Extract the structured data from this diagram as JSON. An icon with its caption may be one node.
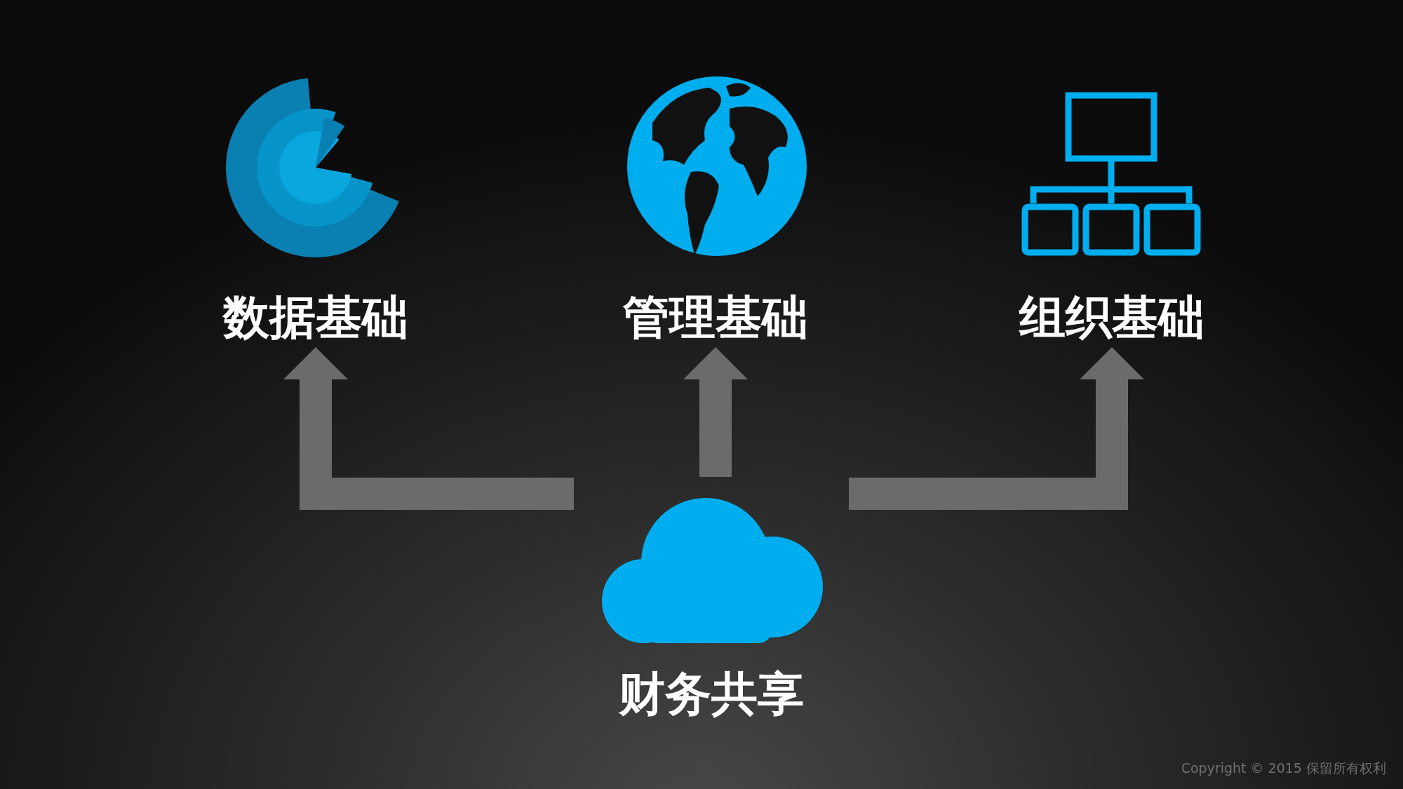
{
  "diagram": {
    "nodes": [
      {
        "text": [
          "数据基础"
        ]
      },
      {
        "text": [
          "管理基础"
        ]
      },
      {
        "text": [
          "组织基础"
        ]
      },
      {
        "text": [
          "财务共享"
        ]
      }
    ],
    "edges": [
      {
        "from": 3,
        "to": 0,
        "arrow": "to"
      },
      {
        "from": 3,
        "to": 1,
        "arrow": "to"
      },
      {
        "from": 3,
        "to": 2,
        "arrow": "to"
      }
    ],
    "labels": [
      "Copyright © 2015 保留所有权利"
    ]
  }
}
